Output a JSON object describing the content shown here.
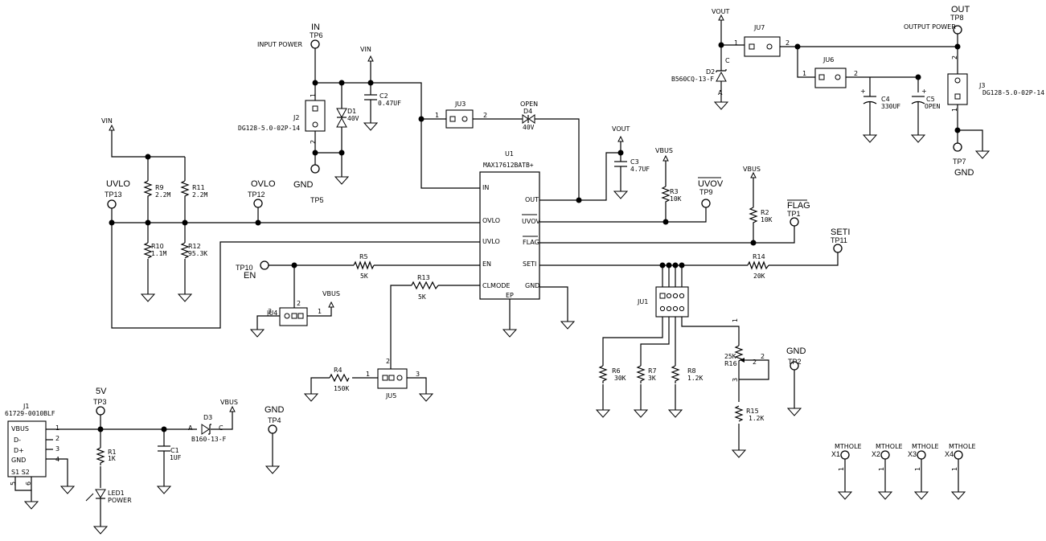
{
  "title": "",
  "ic": {
    "ref": "U1",
    "part": "MAX17612BATB+",
    "pins_left": [
      "IN",
      "OVLO",
      "UVLO",
      "EN",
      "CLMODE"
    ],
    "pins_right": [
      "OUT",
      "UVOV",
      "FLAG",
      "SETI",
      "GND"
    ],
    "ep": "EP"
  },
  "nets": {
    "vin": "VIN",
    "vout": "VOUT",
    "vbus": "VBUS",
    "gnd": "GND",
    "in": "IN",
    "out": "OUT",
    "uvlo": "UVLO",
    "ovlo": "OVLO",
    "uvov": "UVOV",
    "flag": "FLAG",
    "seti": "SETI",
    "en": "EN",
    "v5": "5V",
    "input_power": "INPUT POWER",
    "output_power": "OUTPUT POWER"
  },
  "test_points": {
    "tp1": "TP1",
    "tp2": "TP2",
    "tp3": "TP3",
    "tp4": "TP4",
    "tp5": "TP5",
    "tp6": "TP6",
    "tp7": "TP7",
    "tp8": "TP8",
    "tp9": "TP9",
    "tp10": "TP10",
    "tp11": "TP11",
    "tp12": "TP12",
    "tp13": "TP13"
  },
  "parts": {
    "r9": {
      "ref": "R9",
      "val": "2.2M"
    },
    "r11": {
      "ref": "R11",
      "val": "2.2M"
    },
    "r10": {
      "ref": "R10",
      "val": "1.1M"
    },
    "r12": {
      "ref": "R12",
      "val": "95.3K"
    },
    "r3": {
      "ref": "R3",
      "val": "10K"
    },
    "r2": {
      "ref": "R2",
      "val": "10K"
    },
    "r5": {
      "ref": "R5",
      "val": "5K"
    },
    "r13": {
      "ref": "R13",
      "val": "5K"
    },
    "r14": {
      "ref": "R14",
      "val": "20K"
    },
    "r4": {
      "ref": "R4",
      "val": "150K"
    },
    "r6": {
      "ref": "R6",
      "val": "30K"
    },
    "r7": {
      "ref": "R7",
      "val": "3K"
    },
    "r8": {
      "ref": "R8",
      "val": "1.2K"
    },
    "r15": {
      "ref": "R15",
      "val": "1.2K"
    },
    "r16": {
      "ref": "R16",
      "val": "25K"
    },
    "r1": {
      "ref": "R1",
      "val": "1K"
    },
    "c1": {
      "ref": "C1",
      "val": "1UF"
    },
    "c2": {
      "ref": "C2",
      "val": "0.47UF"
    },
    "c3": {
      "ref": "C3",
      "val": "4.7UF"
    },
    "c4": {
      "ref": "C4",
      "val": "330UF"
    },
    "c5": {
      "ref": "C5",
      "val": "OPEN"
    },
    "d1": {
      "ref": "D1",
      "val": "40V"
    },
    "d2": {
      "ref": "D2",
      "val": "B560CQ-13-F"
    },
    "d3": {
      "ref": "D3",
      "val": "B160-13-F"
    },
    "d4": {
      "ref": "D4",
      "val": "40V",
      "note": "OPEN"
    },
    "led1": {
      "ref": "LED1",
      "val": "POWER"
    },
    "j1": {
      "ref": "J1",
      "val": "61729-0010BLF",
      "pins": [
        "VBUS",
        "D-",
        "D+",
        "GND"
      ],
      "shield": "S1 S2"
    },
    "j2": {
      "ref": "J2",
      "val": "DG128-5.0-02P-14"
    },
    "j3": {
      "ref": "J3",
      "val": "DG128-5.0-02P-14"
    },
    "jumpers": [
      "JU1",
      "JU3",
      "JU4",
      "JU5",
      "JU6",
      "JU7"
    ],
    "mtholes": [
      {
        "ref": "X1",
        "val": "MTHOLE"
      },
      {
        "ref": "X2",
        "val": "MTHOLE"
      },
      {
        "ref": "X3",
        "val": "MTHOLE"
      },
      {
        "ref": "X4",
        "val": "MTHOLE"
      }
    ]
  },
  "pin_numbers": {
    "p1": "1",
    "p2": "2",
    "p3": "3",
    "p4": "4",
    "p5": "5",
    "p6": "6",
    "c": "C",
    "a": "A",
    "plus": "+"
  }
}
